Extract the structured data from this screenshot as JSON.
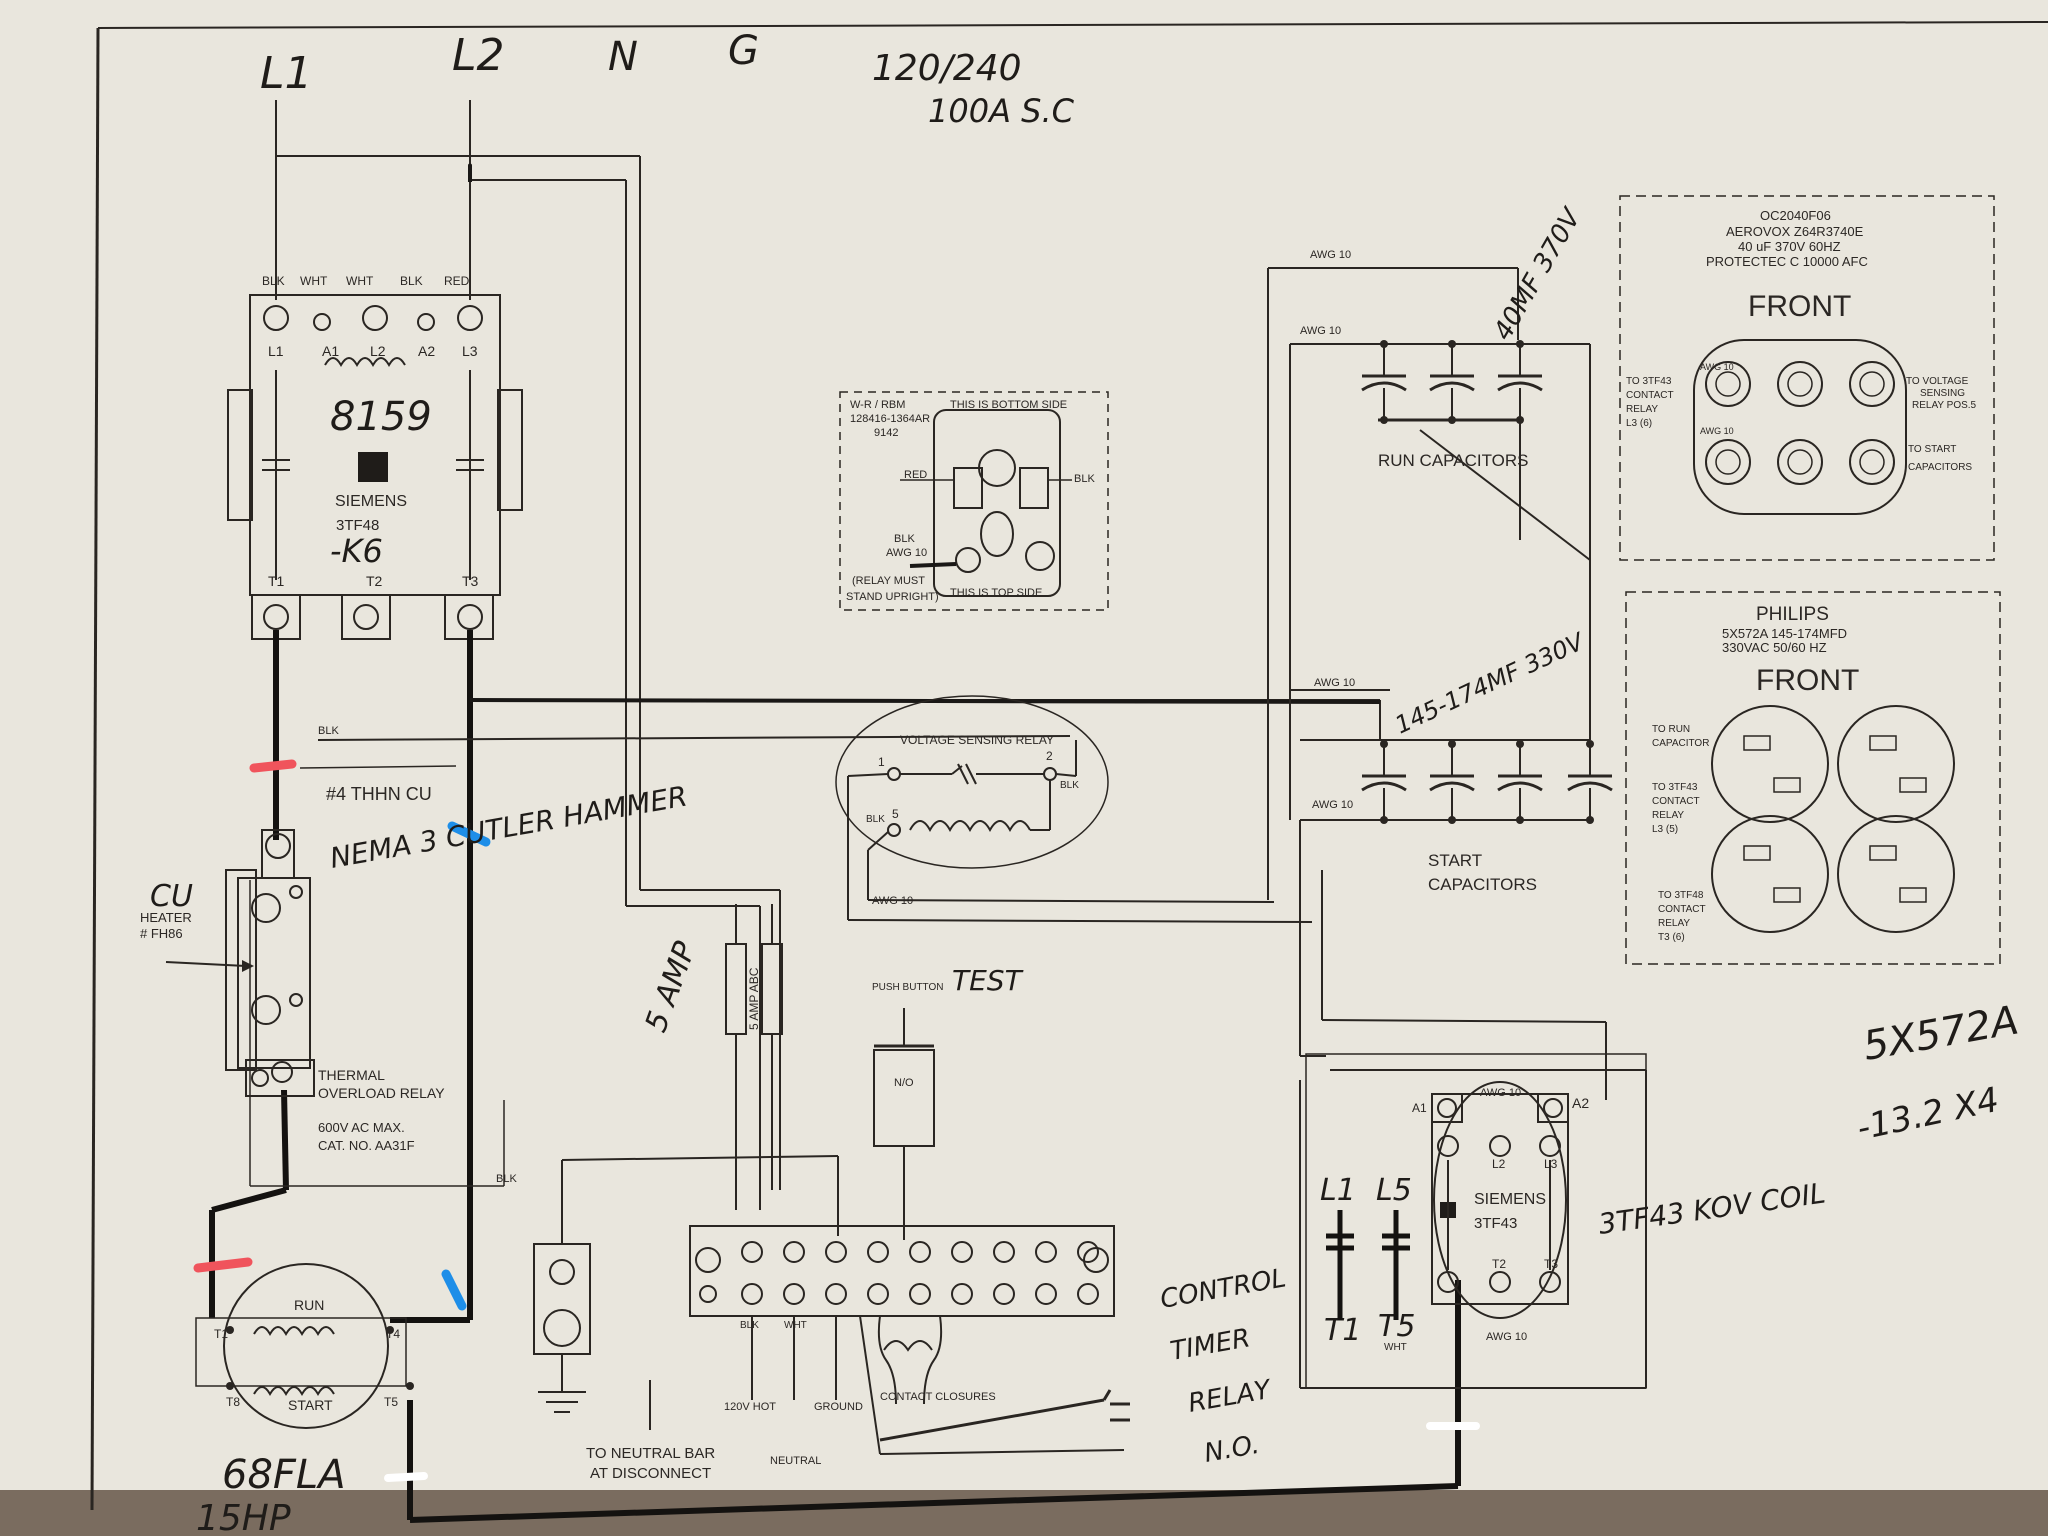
{
  "top_labels": {
    "l1": "L1",
    "l2": "L2",
    "n": "N",
    "g": "G",
    "supply": "120/240",
    "amps": "100A S.C"
  },
  "contactor_k6": {
    "brand": "SIEMENS",
    "model": "3TF48",
    "tag": "-K6",
    "handwritten": "8159",
    "top_terminals": [
      "L1",
      "A1",
      "L2",
      "A2",
      "L3"
    ],
    "bottom_terminals": [
      "T1",
      "T2",
      "T3"
    ],
    "wire_tags": [
      "BLK",
      "WHT",
      "WHT",
      "BLK",
      "RED"
    ]
  },
  "wire_size": "#4 THHN CU",
  "overload": {
    "heater_label": "HEATER",
    "heater_part": "# FH86",
    "heater_hw": "CU",
    "title1": "THERMAL",
    "title2": "OVERLOAD RELAY",
    "rating1": "600V AC MAX.",
    "rating2": "CAT. NO. AA31F",
    "nema_hw": "NEMA 3 CUTLER HAMMER",
    "blk": "BLK",
    "blk2": "BLK"
  },
  "motor": {
    "run": "RUN",
    "start": "START",
    "t1": "T1",
    "t4": "T4",
    "t8": "T8",
    "t5": "T5",
    "hw1": "68FLA",
    "hw2": "15HP"
  },
  "relay_vsr_panel": {
    "line1": "W-R / RBM",
    "line2": "128416-1364AR",
    "line3": "9142",
    "top": "THIS IS BOTTOM SIDE",
    "red": "RED",
    "blk": "BLK",
    "blk2": "BLK",
    "awg": "AWG 10",
    "note1": "(RELAY MUST",
    "note2": "STAND UPRIGHT)",
    "bottom": "THIS IS TOP SIDE"
  },
  "voltage_sensing_relay": {
    "title": "VOLTAGE SENSING RELAY",
    "t1": "1",
    "t2": "2",
    "t5": "5",
    "blk1": "BLK",
    "blk2": "BLK",
    "awg": "AWG 10"
  },
  "fuses": {
    "label": "5 AMP ABC",
    "hw": "5 AMP"
  },
  "push_button": {
    "label": "PUSH BUTTON",
    "no": "N/O",
    "hw": "TEST"
  },
  "terminal_strip": {
    "blk": "BLK",
    "wht": "WHT",
    "hot": "120V HOT",
    "neutral": "NEUTRAL",
    "ground": "GROUND",
    "contact": "CONTACT CLOSURES",
    "neutral_bar1": "TO NEUTRAL BAR",
    "neutral_bar2": "AT DISCONNECT"
  },
  "timer_hw": [
    "CONTROL",
    "TIMER",
    "RELAY",
    "N.O."
  ],
  "run_caps": {
    "label": "RUN CAPACITORS",
    "awg1": "AWG 10",
    "awg2": "AWG 10",
    "hw": "40MF 370V"
  },
  "start_caps": {
    "label1": "START",
    "label2": "CAPACITORS",
    "awg1": "AWG 10",
    "awg2": "AWG 10",
    "hw": "145-174MF 330V"
  },
  "run_cap_front": {
    "l1": "OC2040F06",
    "l2": "AEROVOX Z64R3740E",
    "l3": "40 uF 370V 60HZ",
    "l4": "PROTECTEC C 10000 AFC",
    "front": "FRONT",
    "left": [
      "TO 3TF43",
      "CONTACT",
      "RELAY",
      "L3 (6)"
    ],
    "right1": [
      "TO VOLTAGE",
      "SENSING",
      "RELAY POS.5"
    ],
    "right2": [
      "TO START",
      "CAPACITORS"
    ],
    "awg1": "AWG 10",
    "awg2": "AWG 10"
  },
  "start_cap_front": {
    "title": "PHILIPS",
    "l2": "5X572A  145-174MFD",
    "l3": "330VAC   50/60 HZ",
    "front": "FRONT",
    "left1": [
      "TO RUN",
      "CAPACITOR"
    ],
    "left2": [
      "TO 3TF43",
      "CONTACT",
      "RELAY",
      "L3 (5)"
    ],
    "left3": [
      "TO 3TF48",
      "CONTACT",
      "RELAY",
      "T3 (6)"
    ],
    "hw1": "5X572A",
    "hw2": "-13.2 X4"
  },
  "contactor_3tf43": {
    "brand": "SIEMENS",
    "model": "3TF43",
    "awg_top": "AWG 10",
    "awg_bottom": "AWG 10",
    "a1": "A1",
    "a2": "A2",
    "l2": "L2",
    "l3": "L3",
    "t2": "T2",
    "t3": "T3",
    "hw": "3TF43 KOV COIL",
    "l1": "L1",
    "l5": "L5",
    "t1": "T1",
    "t5": "T5",
    "wht": "WHT"
  }
}
